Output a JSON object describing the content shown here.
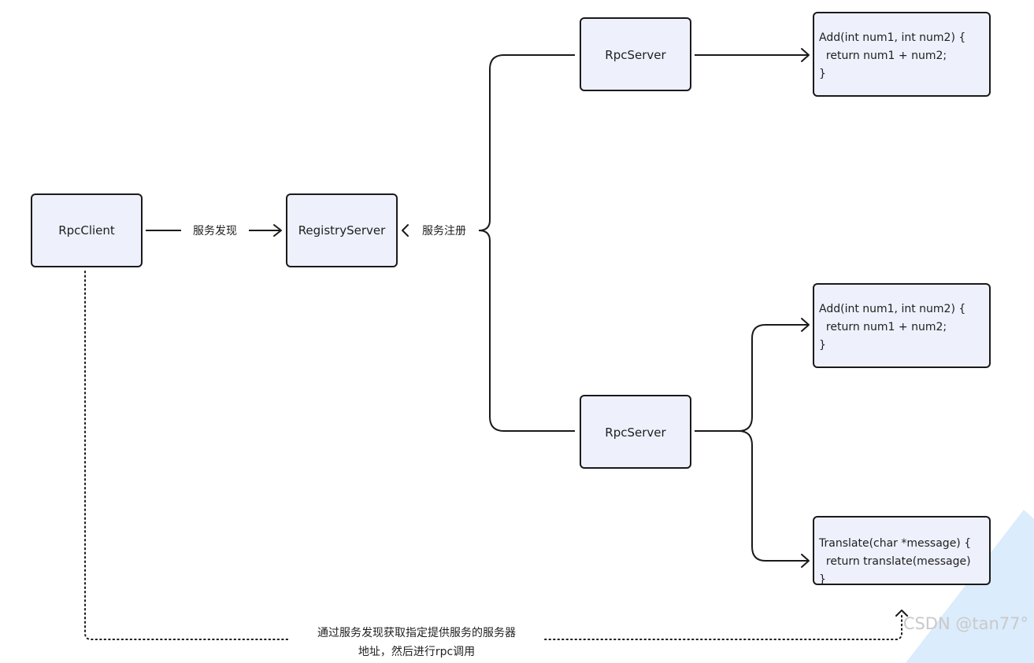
{
  "nodes": {
    "client": {
      "label": "RpcClient"
    },
    "registry": {
      "label": "RegistryServer"
    },
    "server_top": {
      "label": "RpcServer"
    },
    "server_bottom": {
      "label": "RpcServer"
    }
  },
  "code_blocks": {
    "top_add": {
      "lines": [
        "Add(int num1, int num2) {",
        "  return num1 + num2;",
        "}"
      ]
    },
    "bottom_add": {
      "lines": [
        "Add(int num1, int num2) {",
        "  return num1 + num2;",
        "}"
      ]
    },
    "bottom_translate": {
      "lines": [
        "Translate(char *message) {",
        "  return translate(message)",
        "}"
      ]
    }
  },
  "edge_labels": {
    "discovery": "服务发现",
    "registration": "服务注册",
    "rpc_call_line1": "通过服务发现获取指定提供服务的服务器",
    "rpc_call_line2": "地址，然后进行rpc调用"
  },
  "watermark": {
    "text": "CSDN @tan77°"
  },
  "colors": {
    "box_fill": "#eef0fc",
    "stroke": "#1a1a1a",
    "watermark_shape": "#cfe6fb"
  }
}
